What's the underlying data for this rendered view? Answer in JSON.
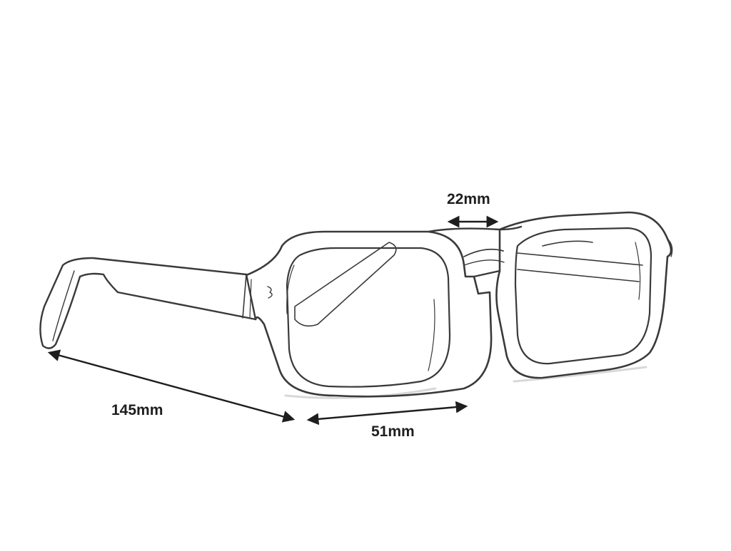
{
  "dimensions": {
    "bridge_width": "22mm",
    "temple_length": "145mm",
    "lens_width": "51mm"
  },
  "colors": {
    "outline": "#3a3a3a",
    "arrow": "#1e1e1e",
    "shadow": "#d8d8d8"
  }
}
